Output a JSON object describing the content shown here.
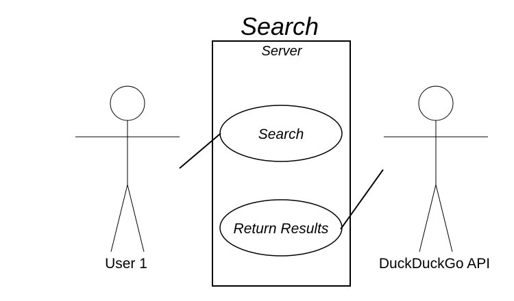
{
  "diagram": {
    "title": "Search",
    "system_label": "Server",
    "use_cases": [
      {
        "label": "Search"
      },
      {
        "label": "Return Results"
      }
    ],
    "actors": [
      {
        "label": "User 1"
      },
      {
        "label": "DuckDuckGo API"
      }
    ]
  },
  "colors": {
    "line": "#000000",
    "background": "#ffffff"
  }
}
